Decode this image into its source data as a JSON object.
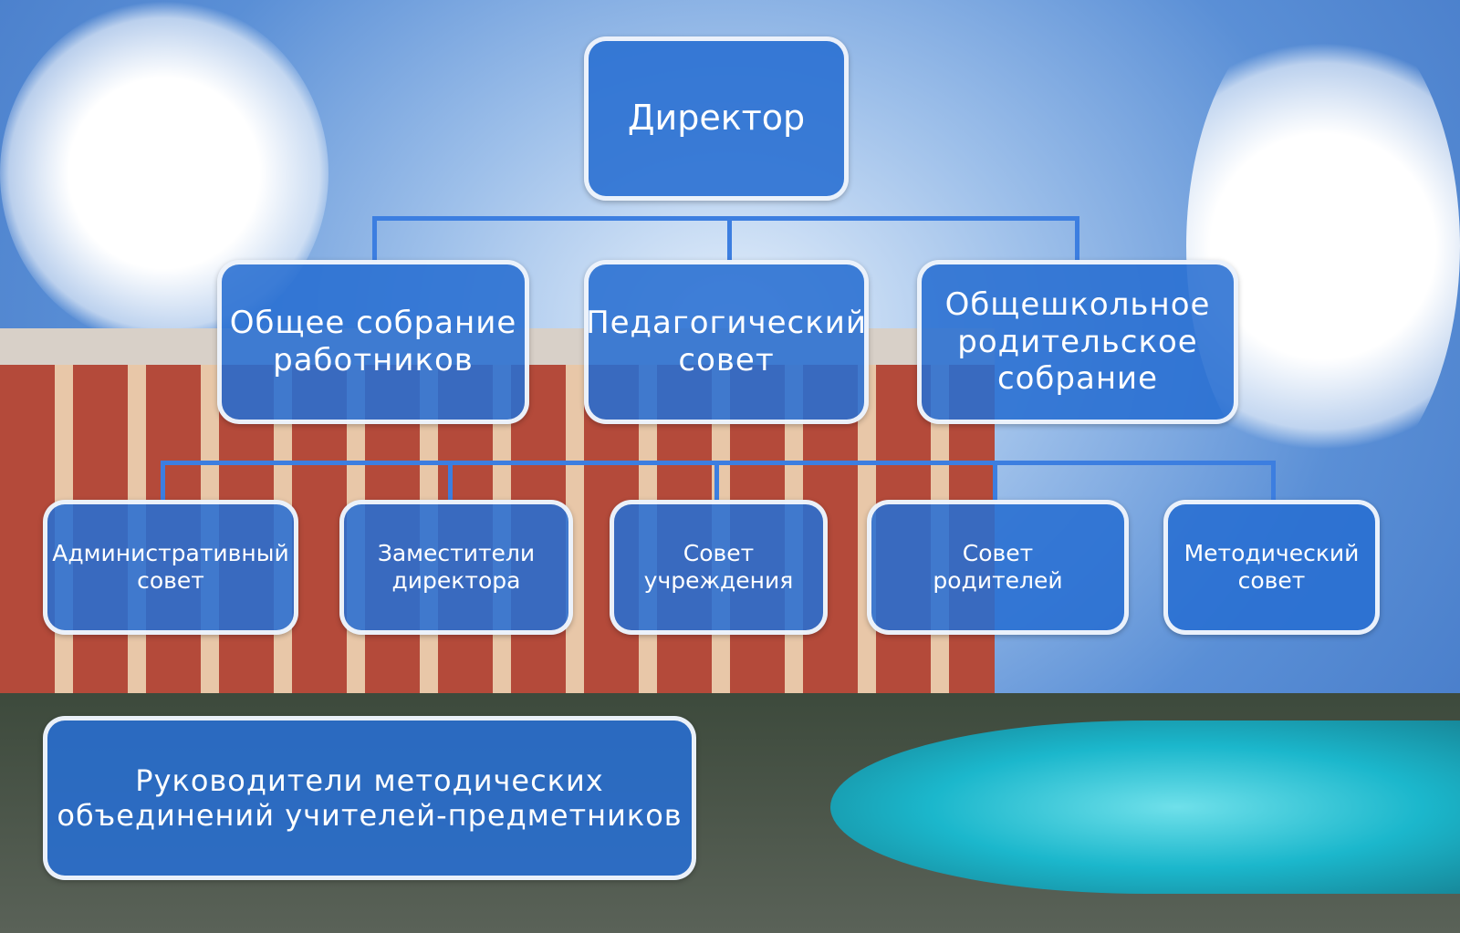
{
  "director": "Директор",
  "level2": [
    "Общее собрание\nработников",
    "Педагогический\nсовет",
    "Общешкольное\nродительское\nсобрание"
  ],
  "level3": [
    "Административный\nсовет",
    "Заместители\nдиректора",
    "Совет\nучреждения",
    "Совет\nродителей",
    "Методический\nсовет"
  ],
  "bottom": "Руководители методических\nобъединений учителей-предметников",
  "colors": {
    "box": "#2f73d0",
    "line": "#3c7ee0",
    "border": "#ffffff"
  }
}
